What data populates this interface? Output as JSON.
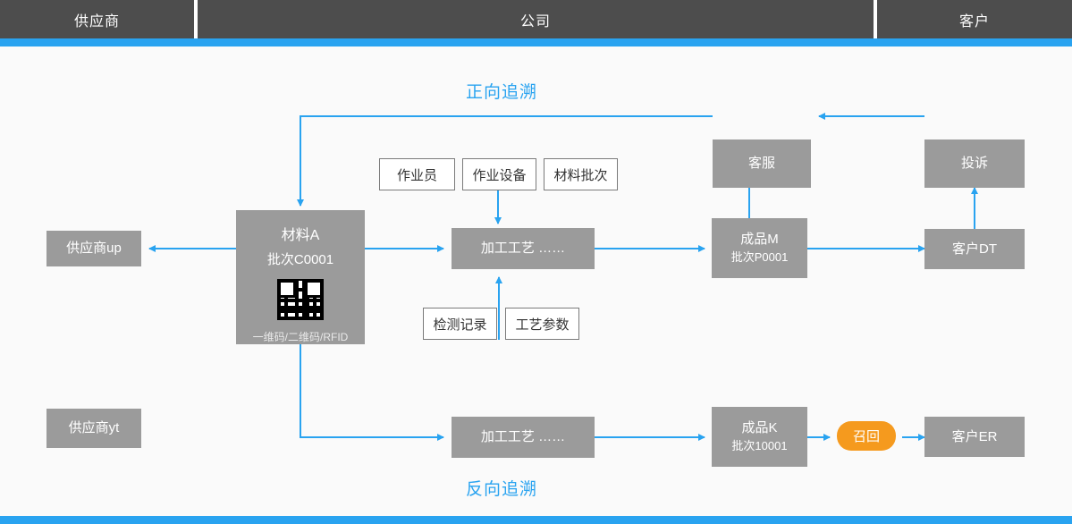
{
  "header": {
    "columns": [
      {
        "label": "供应商"
      },
      {
        "label": "公司"
      },
      {
        "label": "客户"
      }
    ]
  },
  "labels": {
    "forward_trace": "正向追溯",
    "reverse_trace": "反向追溯"
  },
  "nodes": {
    "supplier_up": {
      "label": "供应商up"
    },
    "supplier_yt": {
      "label": "供应商yt"
    },
    "material": {
      "title": "材料A",
      "batch": "批次C0001",
      "code_types": "一维码/二维码/RFID",
      "qr_icon": "qr-code-icon"
    },
    "process_top": {
      "label": "加工工艺  ……"
    },
    "process_bottom": {
      "label": "加工工艺  ……"
    },
    "operator": {
      "label": "作业员"
    },
    "equipment": {
      "label": "作业设备"
    },
    "material_batch": {
      "label": "材料批次"
    },
    "inspection": {
      "label": "检测记录"
    },
    "parameters": {
      "label": "工艺参数"
    },
    "product_m": {
      "title": "成品M",
      "batch": "批次P0001"
    },
    "product_k": {
      "title": "成品K",
      "batch": "批次10001"
    },
    "customer_service": {
      "label": "客服"
    },
    "complaint": {
      "label": "投诉"
    },
    "customer_dt": {
      "label": "客户DT"
    },
    "customer_er": {
      "label": "客户ER"
    },
    "recall": {
      "label": "召回"
    }
  },
  "colors": {
    "accent": "#29a3f0",
    "header_bg": "#4d4d4d",
    "node_bg": "#9b9b9b",
    "recall_bg": "#f59a1e",
    "canvas_bg": "#fafafa"
  }
}
